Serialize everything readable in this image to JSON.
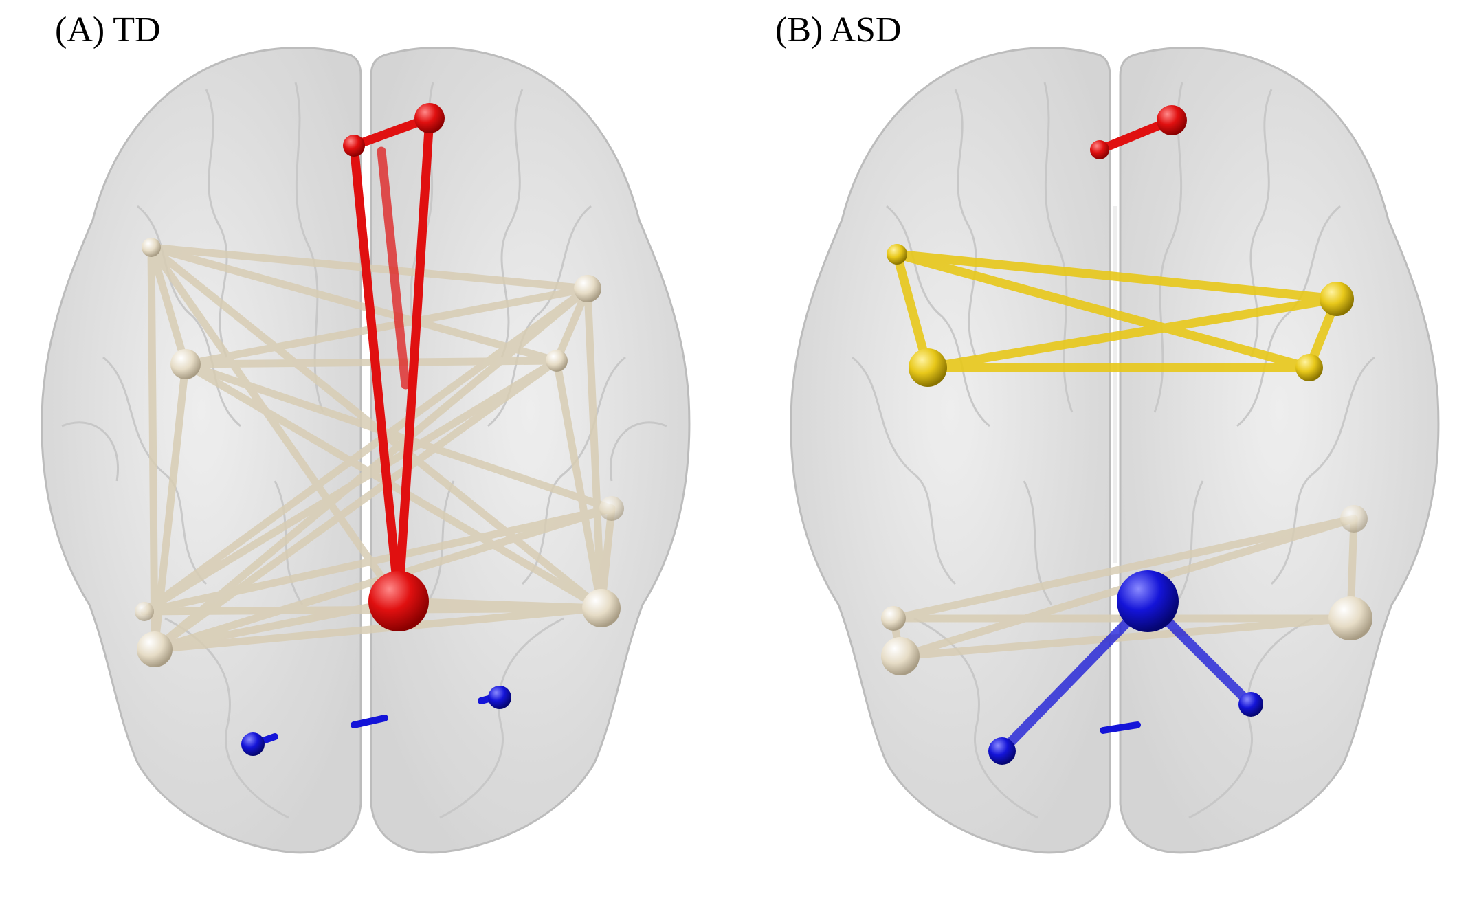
{
  "panels": [
    {
      "label": "(A) TD",
      "networks": [
        {
          "name": "frontal-red",
          "color": "#e01010"
        },
        {
          "name": "cross-network-beige",
          "color": "#ddd3bd"
        },
        {
          "name": "occipital-blue",
          "color": "#1414d8"
        }
      ]
    },
    {
      "label": "(B) ASD",
      "networks": [
        {
          "name": "frontal-red",
          "color": "#e01010"
        },
        {
          "name": "frontal-yellow",
          "color": "#e8c81a"
        },
        {
          "name": "parietal-beige",
          "color": "#ddd3bd"
        },
        {
          "name": "occipital-blue",
          "color": "#1414d8"
        }
      ]
    }
  ],
  "colors": {
    "brain_fill": "#dcdcdc",
    "brain_stroke": "#b9b9b9",
    "red": "#e01010",
    "beige": "#ddd3bd",
    "yellow": "#e8c81a",
    "blue": "#1414d8"
  }
}
